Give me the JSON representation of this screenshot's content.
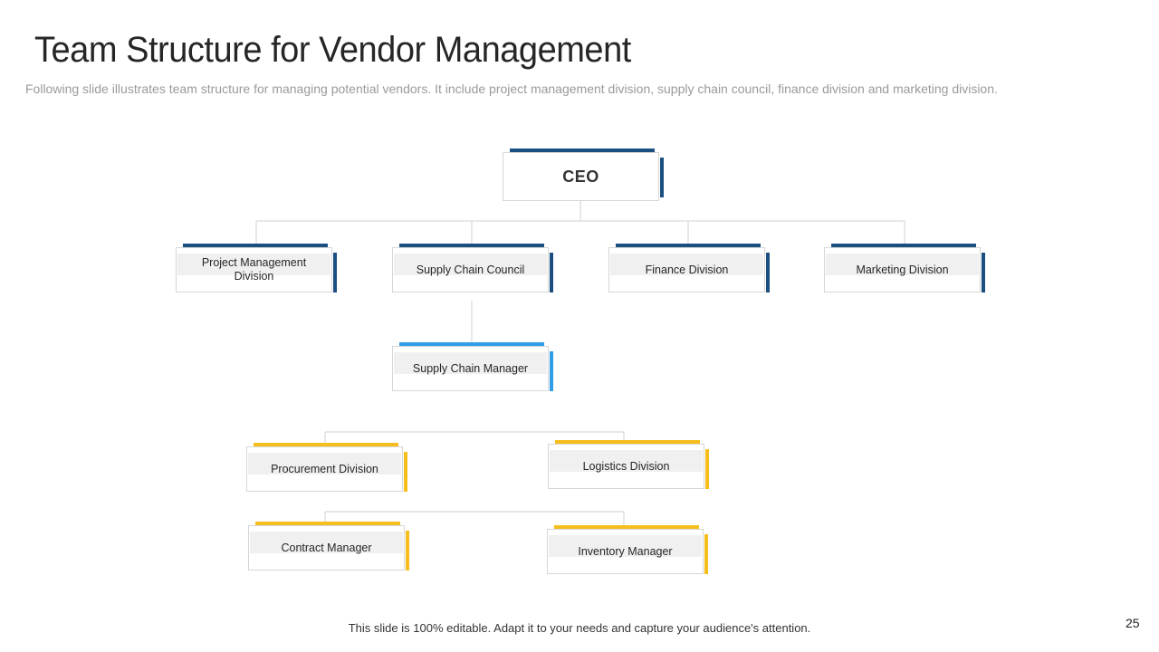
{
  "header": {
    "title": "Team Structure for Vendor Management",
    "subtitle": "Following slide illustrates team structure for managing potential vendors. It include project management division, supply chain council, finance division and marketing division."
  },
  "org_chart": {
    "ceo": "CEO",
    "divisions": [
      "Project Management Division",
      "Supply Chain Council",
      "Finance Division",
      "Marketing Division"
    ],
    "manager": "Supply Chain Manager",
    "sub_divisions": [
      "Procurement  Division",
      "Logistics Division"
    ],
    "sub_managers": [
      "Contract Manager",
      "Inventory  Manager"
    ]
  },
  "colors": {
    "top_levels": "#1b4f82",
    "manager": "#2f9ee6",
    "sub_levels": "#f6be1c"
  },
  "footer": {
    "note": "This slide is 100% editable. Adapt it to your needs and capture your audience's attention.",
    "page_number": "25"
  }
}
